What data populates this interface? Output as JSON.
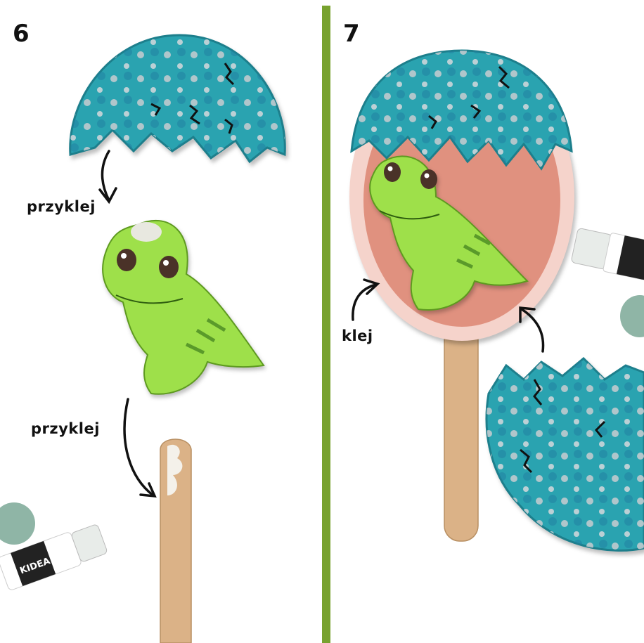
{
  "steps": [
    {
      "number": "6",
      "labels": [
        "przyklej",
        "przyklej"
      ]
    },
    {
      "number": "7",
      "labels": [
        "klej"
      ]
    }
  ],
  "colors": {
    "divider": "#78a22f",
    "eggshell": "#2aa3b0",
    "egg_inside": "#e0917f",
    "dino": "#9ee04a",
    "stick": "#dbb287"
  },
  "glue_stick_brand": "KIDEA"
}
